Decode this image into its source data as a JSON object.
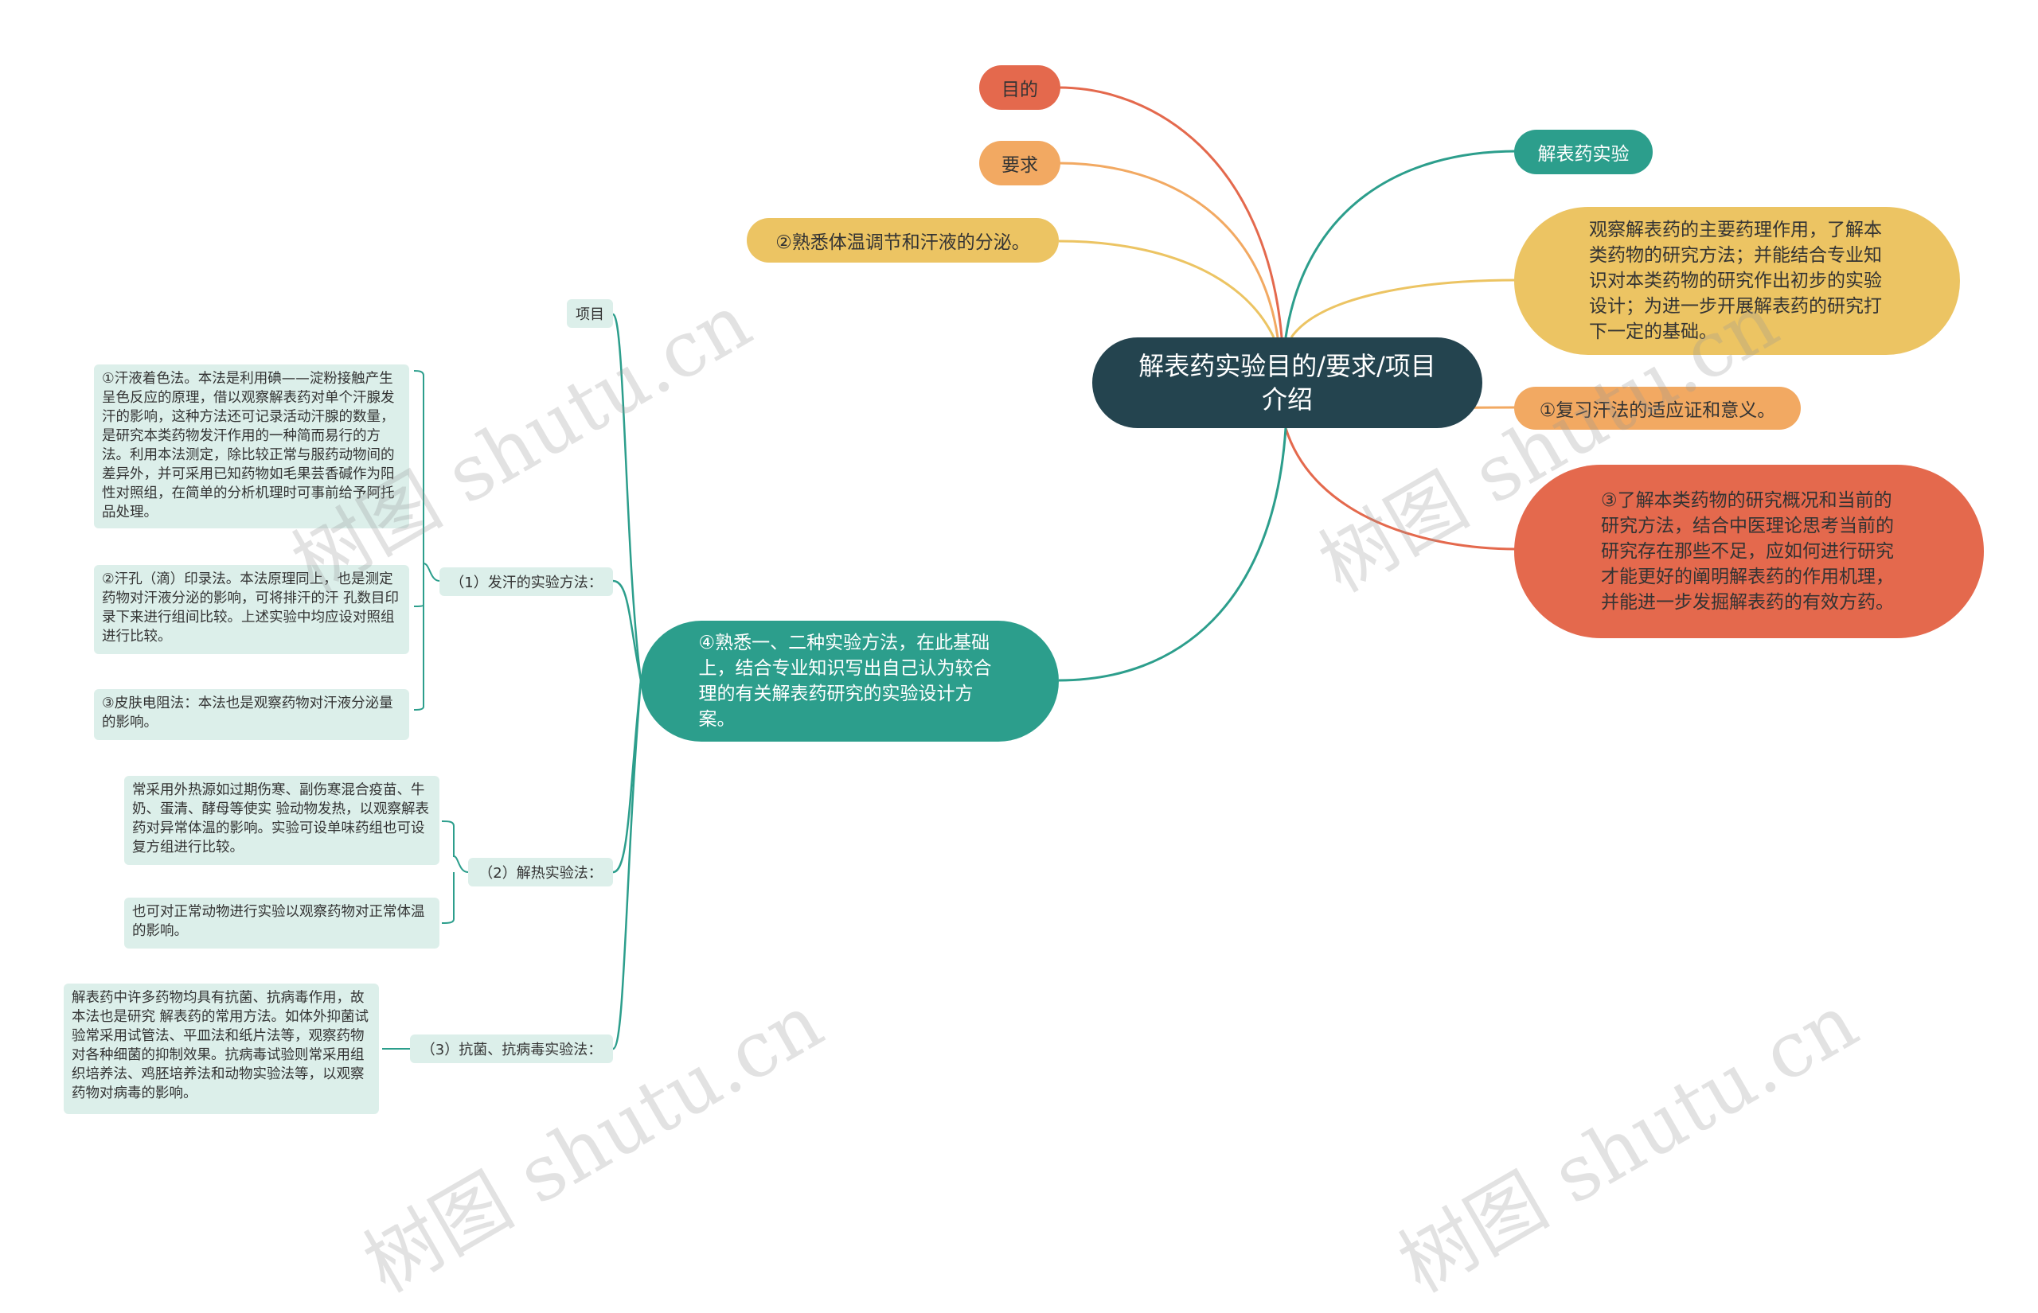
{
  "colors": {
    "dark": "#24444f",
    "red": "#e4694d",
    "orange": "#f2a962",
    "yellow": "#ecc463",
    "teal": "#2c9e8c",
    "leaf_bg": "#dcefea",
    "line_teal": "#2c9e8c"
  },
  "center": {
    "title": "解表药实验目的/要求/项目介绍"
  },
  "branches": {
    "mudi": "目的",
    "yaoqiu": "要求",
    "shuxi_tiwen": "②熟悉体温调节和汗液的分泌。",
    "jiebiao_shiyan": "解表药实验",
    "guancha": "观察解表药的主要药理作用，了解本类药物的研究方法；并能结合专业知识对本类药物的研究作出初步的实验设计；为进一步开展解表药的研究打下一定的基础。",
    "fuxi_hanfa": "①复习汗法的适应证和意义。",
    "liaojie": "③了解本类药物的研究概况和当前的研究方法，结合中医理论思考当前的研究存在那些不足，应如何进行研究才能更好的阐明解表药的作用机理，并能进一步发掘解表药的有效方药。",
    "shuxi_fangfa": "④熟悉一、二种实验方法，在此基础上，结合专业知识写出自己认为较合理的有关解表药研究的实验设计方案。"
  },
  "project": {
    "label": "项目",
    "fahan": {
      "label": "（1）发汗的实验方法：",
      "items": [
        "①汗液着色法。本法是利用碘——淀粉接触产生呈色反应的原理，借以观察解表药对单个汗腺发汗的影响，这种方法还可记录活动汗腺的数量，是研究本类药物发汗作用的一种简而易行的方法。利用本法测定，除比较正常与服药动物间的差异外，并可采用已知药物如毛果芸香碱作为阳性对照组，在简单的分析机理时可事前给予阿托品处理。",
        "②汗孔（滴）印录法。本法原理同上，也是测定药物对汗液分泌的影响，可将排汗的汗 孔数目印录下来进行组间比较。上述实验中均应设对照组进行比较。",
        "③皮肤电阻法：本法也是观察药物对汗液分泌量的影响。"
      ]
    },
    "jiere": {
      "label": "（2）解热实验法：",
      "items": [
        "常采用外热源如过期伤寒、副伤寒混合疫苗、牛奶、蛋清、酵母等使实 验动物发热，以观察解表药对异常体温的影响。实验可设单味药组也可设复方组进行比较。",
        "也可对正常动物进行实验以观察药物对正常体温的影响。"
      ]
    },
    "kangjun": {
      "label": "（3）抗菌、抗病毒实验法：",
      "items": [
        "解表药中许多药物均具有抗菌、抗病毒作用，故本法也是研究 解表药的常用方法。如体外抑菌试验常采用试管法、平皿法和纸片法等，观察药物对各种细菌的抑制效果。抗病毒试验则常采用组织培养法、鸡胚培养法和动物实验法等，以观察药物对病毒的影响。"
      ]
    }
  },
  "watermark": "树图 shutu.cn"
}
